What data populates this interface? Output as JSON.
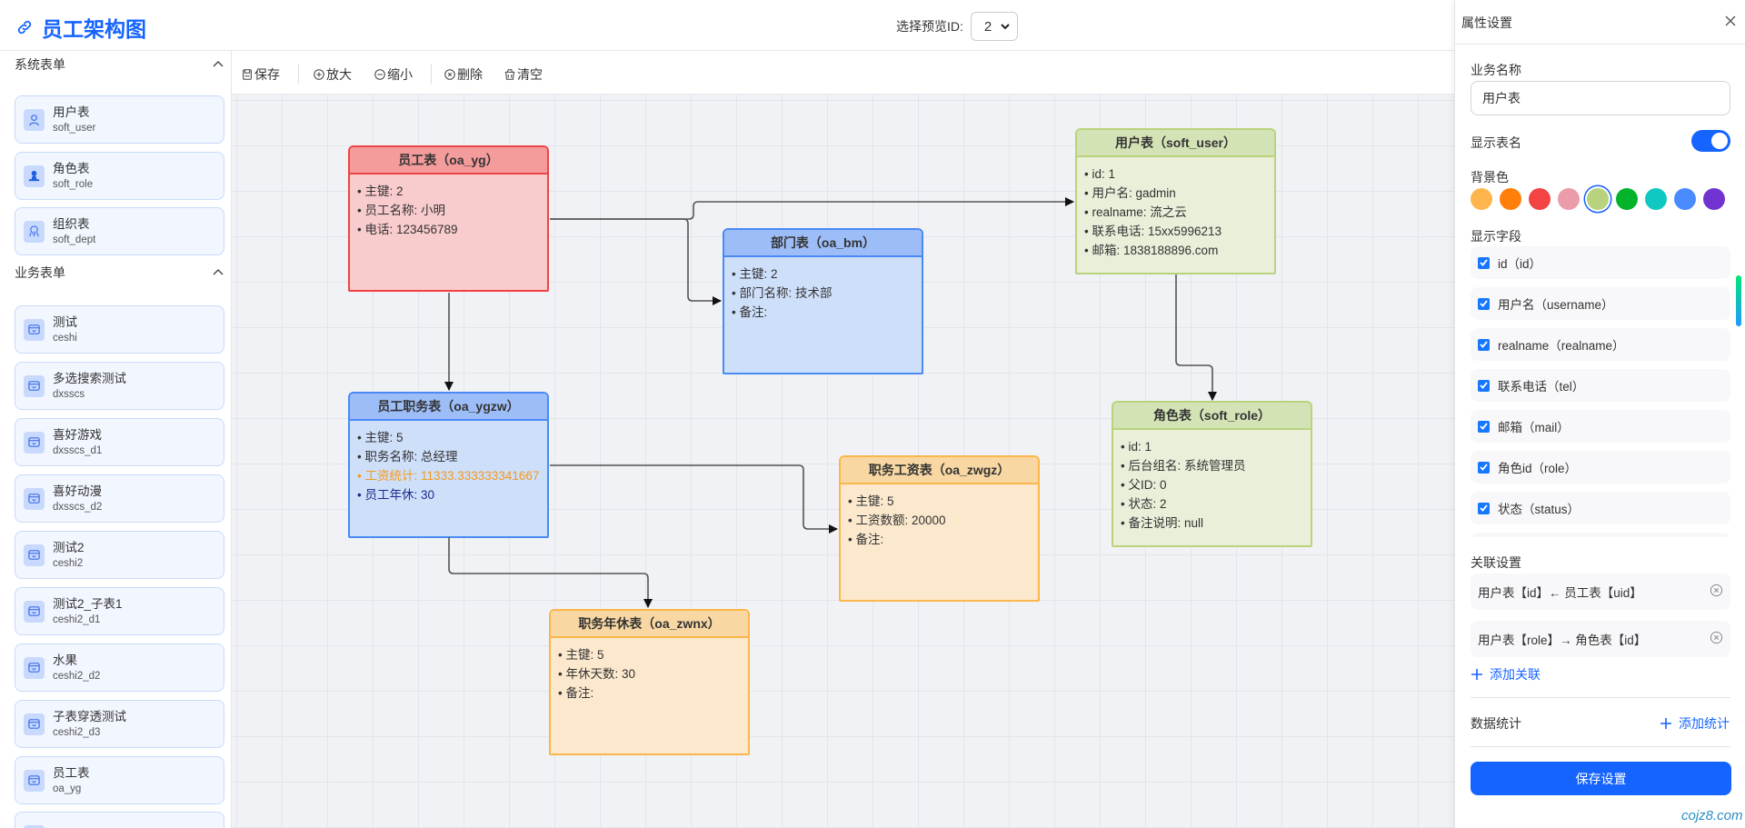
{
  "header": {
    "title": "员工架构图",
    "title_icon": "link-icon",
    "preview_label": "选择预览ID:",
    "preview_value": "2"
  },
  "sidebar": {
    "sections": [
      {
        "title": "系统表单",
        "items": [
          {
            "name": "用户表",
            "code": "soft_user",
            "icon": "user-icon"
          },
          {
            "name": "角色表",
            "code": "soft_role",
            "icon": "person-icon"
          },
          {
            "name": "组织表",
            "code": "soft_dept",
            "icon": "org-icon"
          }
        ]
      },
      {
        "title": "业务表单",
        "items": [
          {
            "name": "测试",
            "code": "ceshi",
            "icon": "form-icon"
          },
          {
            "name": "多选搜索测试",
            "code": "dxsscs",
            "icon": "form-icon"
          },
          {
            "name": "喜好游戏",
            "code": "dxsscs_d1",
            "icon": "form-icon"
          },
          {
            "name": "喜好动漫",
            "code": "dxsscs_d2",
            "icon": "form-icon"
          },
          {
            "name": "测试2",
            "code": "ceshi2",
            "icon": "form-icon"
          },
          {
            "name": "测试2_子表1",
            "code": "ceshi2_d1",
            "icon": "form-icon"
          },
          {
            "name": "水果",
            "code": "ceshi2_d2",
            "icon": "form-icon"
          },
          {
            "name": "子表穿透测试",
            "code": "ceshi2_d3",
            "icon": "form-icon"
          },
          {
            "name": "员工表",
            "code": "oa_yg",
            "icon": "form-icon"
          },
          {
            "name": "",
            "code": "",
            "icon": "form-icon"
          }
        ]
      }
    ]
  },
  "toolbar": {
    "buttons": [
      {
        "label": "保存",
        "icon": "save-icon"
      },
      {
        "label": "放大",
        "icon": "zoom-in-icon"
      },
      {
        "label": "缩小",
        "icon": "zoom-out-icon"
      },
      {
        "label": "删除",
        "icon": "delete-icon"
      },
      {
        "label": "清空",
        "icon": "clear-icon"
      }
    ]
  },
  "colors": {
    "red": {
      "head": "#f49b9b",
      "border": "#ef4444",
      "body": "#f8cbcc"
    },
    "blue": {
      "head": "#9dbdf8",
      "border": "#4a8af4",
      "body": "#cedffa"
    },
    "green": {
      "head": "#d4e3b6",
      "border": "#b9d37b",
      "body": "#e9efd9"
    },
    "orange": {
      "head": "#f8d7a3",
      "border": "#fbb64c",
      "body": "#fbe8cd"
    },
    "accent": "#1664ff"
  },
  "nodes": [
    {
      "title": "员工表（oa_yg）",
      "color": "red",
      "fields": [
        {
          "text": "• 主键: 2"
        },
        {
          "text": "• 员工名称: 小明"
        },
        {
          "text": "• 电话: 123456789"
        }
      ]
    },
    {
      "title": "部门表（oa_bm）",
      "color": "blue",
      "fields": [
        {
          "text": "• 主键: 2"
        },
        {
          "text": "• 部门名称: 技术部"
        },
        {
          "text": "• 备注:"
        }
      ]
    },
    {
      "title": "用户表（soft_user）",
      "color": "green",
      "fields": [
        {
          "text": "• id: 1"
        },
        {
          "text": "• 用户名: gadmin"
        },
        {
          "text": "• realname: 流之云"
        },
        {
          "text": "• 联系电话: 15xx5996213"
        },
        {
          "text": "• 邮箱: 1838188896.com"
        }
      ]
    },
    {
      "title": "角色表（soft_role）",
      "color": "green",
      "fields": [
        {
          "text": "• id: 1"
        },
        {
          "text": "• 后台组名: 系统管理员"
        },
        {
          "text": "• 父ID: 0"
        },
        {
          "text": "• 状态: 2"
        },
        {
          "text": "• 备注说明: null"
        }
      ]
    },
    {
      "title": "员工职务表（oa_ygzw）",
      "color": "blue",
      "fields": [
        {
          "text": "• 主键: 5"
        },
        {
          "text": "• 职务名称: 总经理"
        },
        {
          "text": "• 工资统计: 11333.333333341667",
          "highlight": "#f39a1e"
        },
        {
          "text": "• 员工年休: 30",
          "highlight": "#1a2a8c"
        }
      ]
    },
    {
      "title": "职务工资表（oa_zwgz）",
      "color": "orange",
      "fields": [
        {
          "text": "• 主键: 5"
        },
        {
          "text": "• 工资数额: 20000"
        },
        {
          "text": "• 备注:"
        }
      ]
    },
    {
      "title": "职务年休表（oa_zwnx）",
      "color": "orange",
      "fields": [
        {
          "text": "• 主键: 5"
        },
        {
          "text": "• 年休天数: 30"
        },
        {
          "text": "• 备注:"
        }
      ]
    }
  ],
  "panel": {
    "title": "属性设置",
    "business_name_label": "业务名称",
    "business_name_value": "用户表",
    "show_table_name_label": "显示表名",
    "show_table_name": true,
    "bg_color_label": "背景色",
    "bg_colors": [
      "#ffb54d",
      "#ff7f0a",
      "#f44343",
      "#ea9caa",
      "#b9d27e",
      "#03b32a",
      "#10c8c2",
      "#4a8bff",
      "#7234d0"
    ],
    "bg_color_selected": "#b9d27e",
    "fields_label": "显示字段",
    "fields": [
      {
        "label": "id（id）",
        "checked": true
      },
      {
        "label": "用户名（username）",
        "checked": true
      },
      {
        "label": "realname（realname）",
        "checked": true
      },
      {
        "label": "联系电话（tel）",
        "checked": true
      },
      {
        "label": "邮箱（mail）",
        "checked": true
      },
      {
        "label": "角色id（role）",
        "checked": true
      },
      {
        "label": "状态（status）",
        "checked": true
      }
    ],
    "relations_label": "关联设置",
    "relations": [
      {
        "text": "用户表【id】← 员工表【uid】"
      },
      {
        "text": "用户表【role】→ 角色表【id】"
      }
    ],
    "add_relation": "添加关联",
    "stats_label": "数据统计",
    "add_stat": "添加统计",
    "save_label": "保存设置"
  },
  "watermark": "cojz8.com"
}
